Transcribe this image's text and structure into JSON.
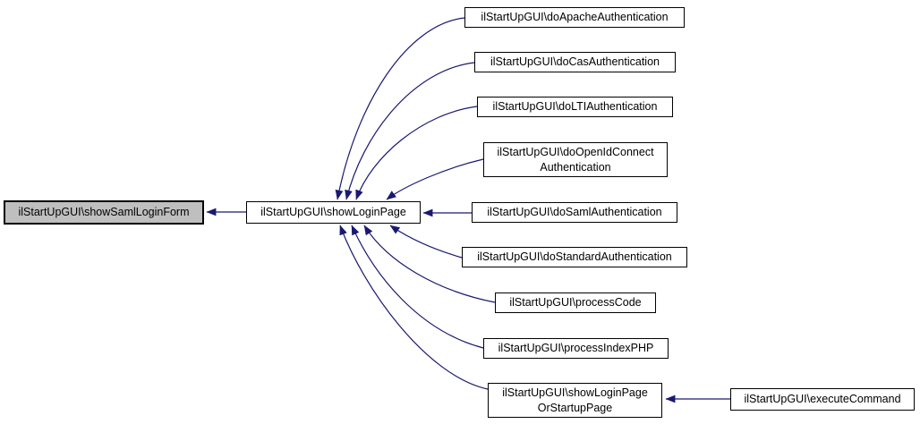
{
  "diagram": {
    "type": "call-graph",
    "colors": {
      "edge": "#191970",
      "node_border": "#000000",
      "node_fill": "#ffffff",
      "highlighted_node_fill": "#bfbfbf",
      "background": "#ffffff",
      "text": "#000000"
    },
    "nodes": [
      {
        "id": "showSamlLoginForm",
        "label": "ilStartUpGUI\\showSamlLoginForm",
        "highlighted": true
      },
      {
        "id": "showLoginPage",
        "label": "ilStartUpGUI\\showLoginPage",
        "highlighted": false
      },
      {
        "id": "doApacheAuthentication",
        "label": "ilStartUpGUI\\doApacheAuthentication",
        "highlighted": false
      },
      {
        "id": "doCasAuthentication",
        "label": "ilStartUpGUI\\doCasAuthentication",
        "highlighted": false
      },
      {
        "id": "doLTIAuthentication",
        "label": "ilStartUpGUI\\doLTIAuthentication",
        "highlighted": false
      },
      {
        "id": "doOpenIdConnectAuthentication",
        "label": "ilStartUpGUI\\doOpenIdConnect Authentication",
        "highlighted": false
      },
      {
        "id": "doSamlAuthentication",
        "label": "ilStartUpGUI\\doSamlAuthentication",
        "highlighted": false
      },
      {
        "id": "doStandardAuthentication",
        "label": "ilStartUpGUI\\doStandardAuthentication",
        "highlighted": false
      },
      {
        "id": "processCode",
        "label": "ilStartUpGUI\\processCode",
        "highlighted": false
      },
      {
        "id": "processIndexPHP",
        "label": "ilStartUpGUI\\processIndexPHP",
        "highlighted": false
      },
      {
        "id": "showLoginPageOrStartupPage",
        "label": "ilStartUpGUI\\showLoginPage OrStartupPage",
        "highlighted": false
      },
      {
        "id": "executeCommand",
        "label": "ilStartUpGUI\\executeCommand",
        "highlighted": false
      }
    ],
    "edges": [
      {
        "source": "showLoginPage",
        "target": "showSamlLoginForm"
      },
      {
        "source": "doApacheAuthentication",
        "target": "showLoginPage"
      },
      {
        "source": "doCasAuthentication",
        "target": "showLoginPage"
      },
      {
        "source": "doLTIAuthentication",
        "target": "showLoginPage"
      },
      {
        "source": "doOpenIdConnectAuthentication",
        "target": "showLoginPage"
      },
      {
        "source": "doSamlAuthentication",
        "target": "showLoginPage"
      },
      {
        "source": "doStandardAuthentication",
        "target": "showLoginPage"
      },
      {
        "source": "processCode",
        "target": "showLoginPage"
      },
      {
        "source": "processIndexPHP",
        "target": "showLoginPage"
      },
      {
        "source": "showLoginPageOrStartupPage",
        "target": "showLoginPage"
      },
      {
        "source": "executeCommand",
        "target": "showLoginPageOrStartupPage"
      }
    ]
  }
}
